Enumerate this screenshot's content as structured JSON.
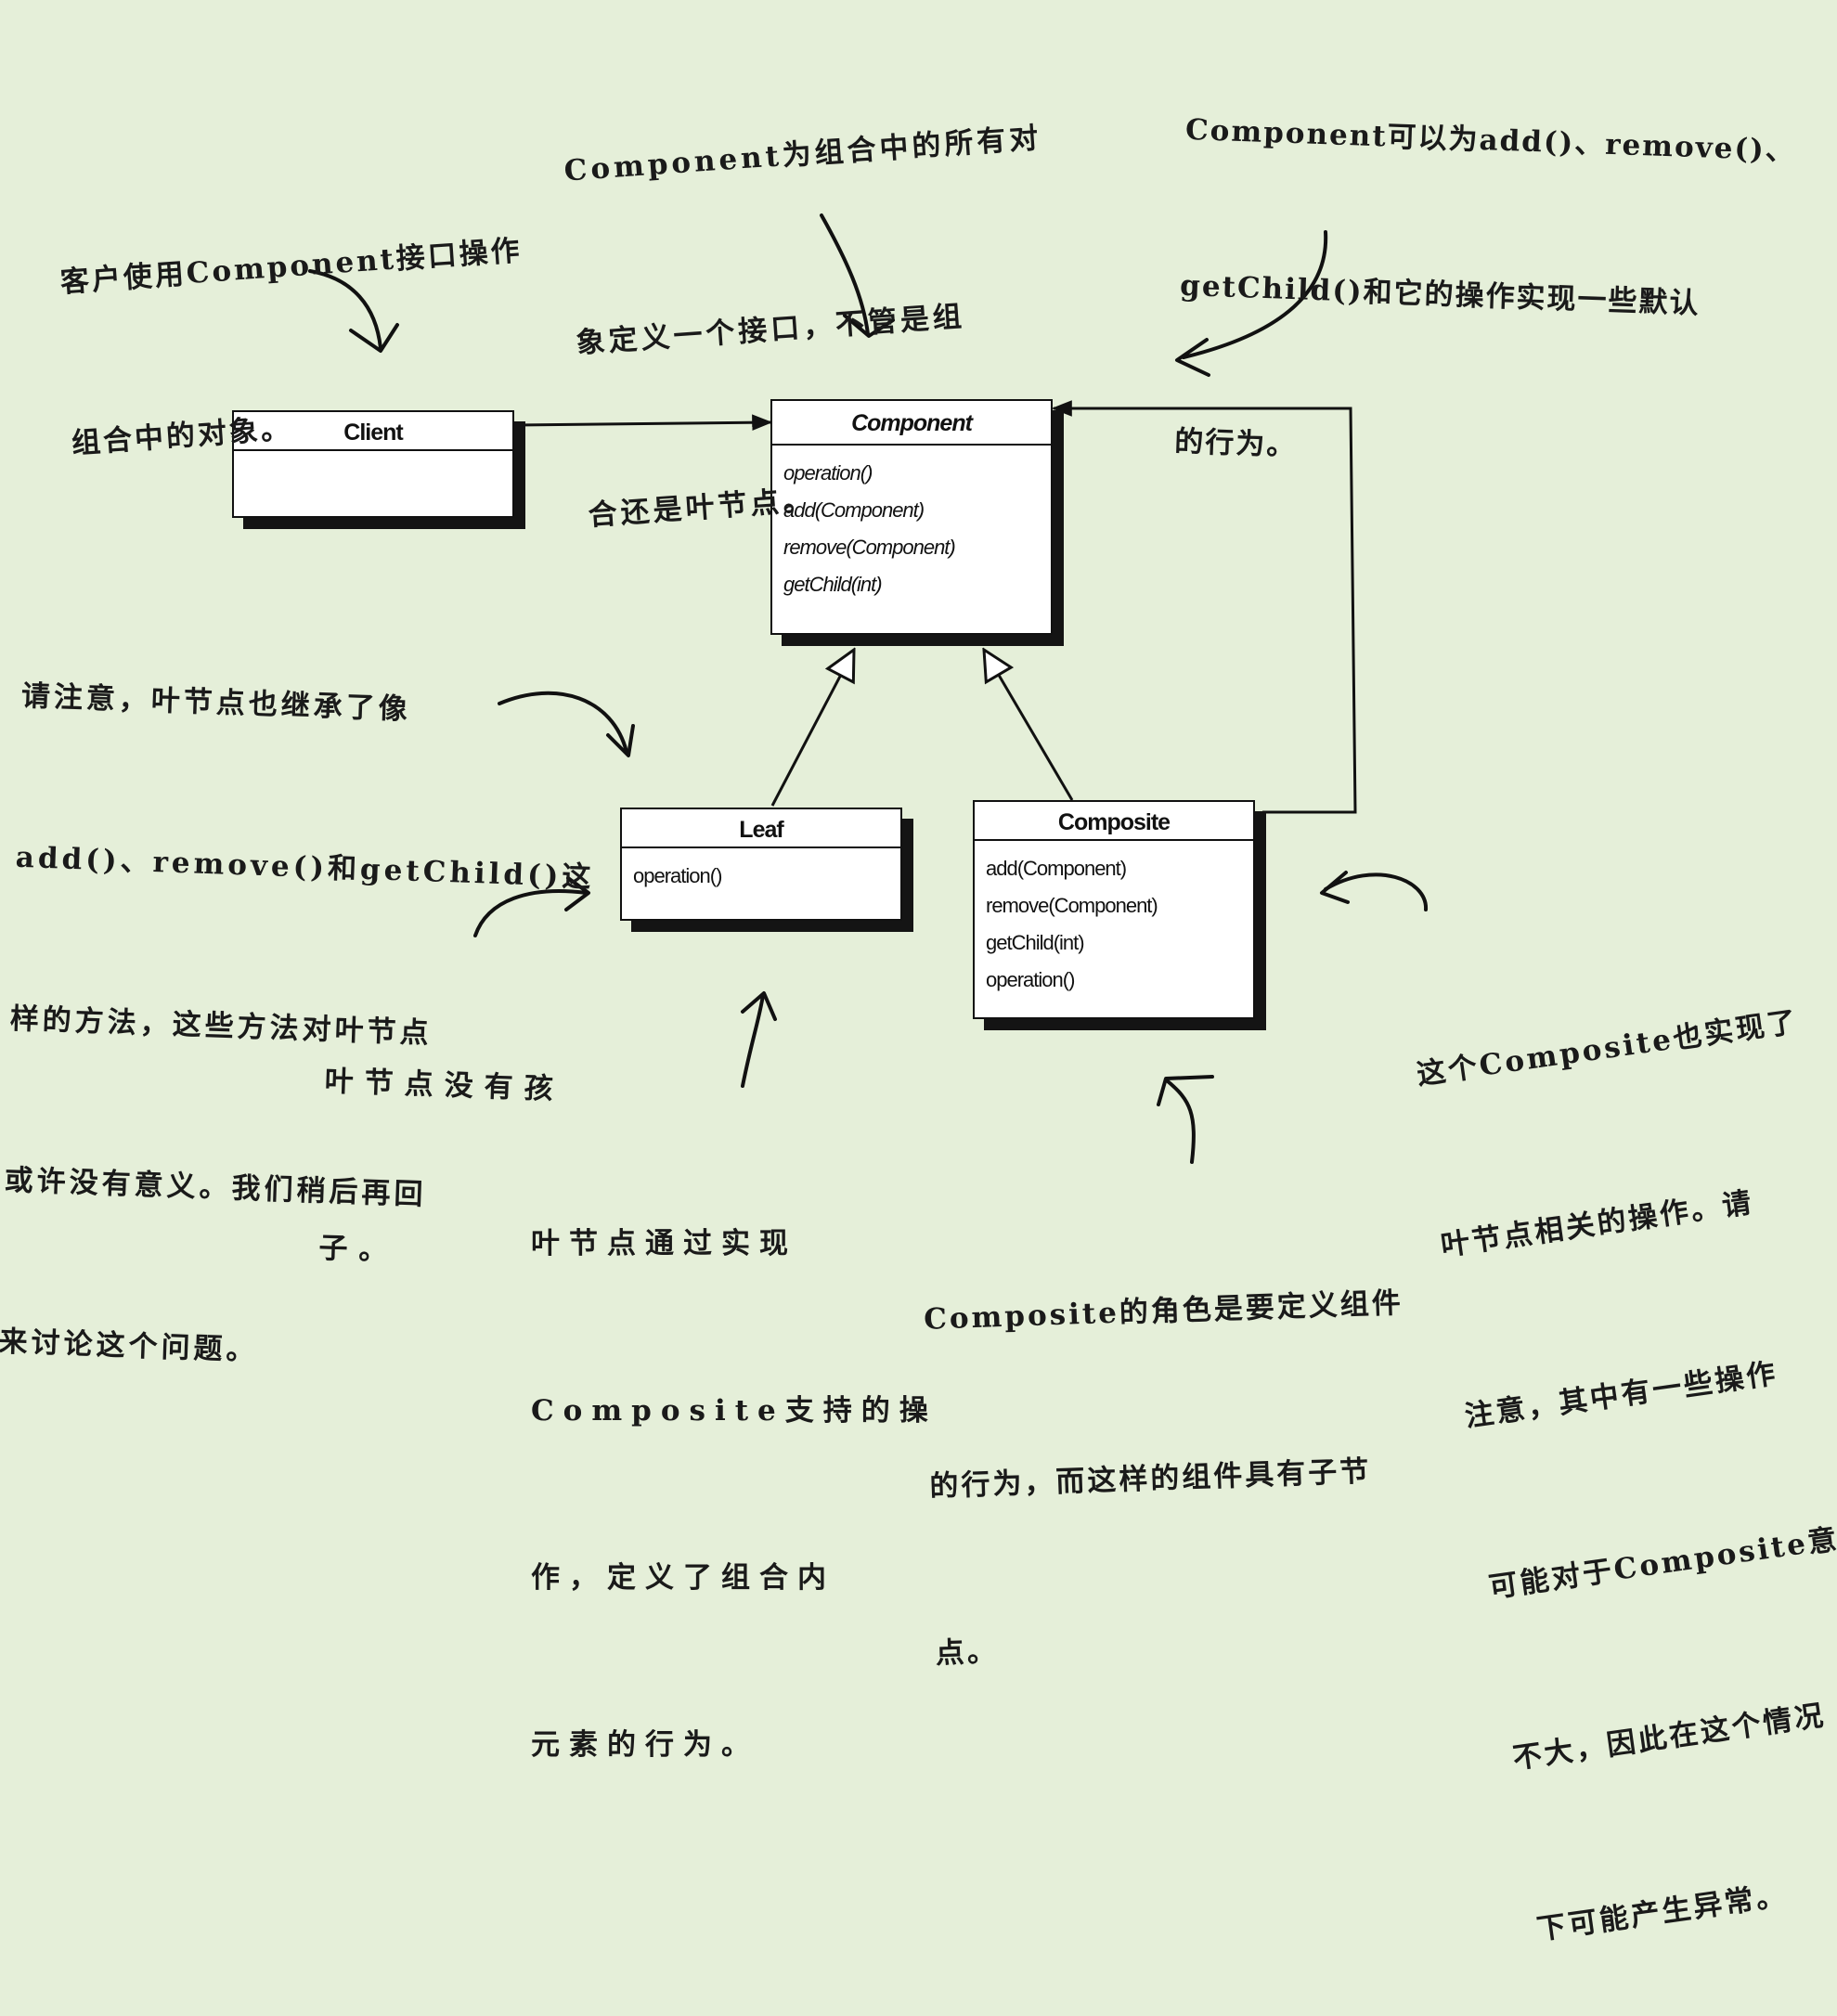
{
  "diagram": {
    "classes": {
      "client": {
        "name": "Client",
        "operations": []
      },
      "component": {
        "name": "Component",
        "operations": [
          "operation()",
          "add(Component)",
          "remove(Component)",
          "getChild(int)"
        ]
      },
      "leaf": {
        "name": "Leaf",
        "operations": [
          "operation()"
        ]
      },
      "composite": {
        "name": "Composite",
        "operations": [
          "add(Component)",
          "remove(Component)",
          "getChild(int)",
          "operation()"
        ]
      }
    },
    "notes": {
      "client": [
        "客户使用Component接口操作",
        "组合中的对象。"
      ],
      "component": [
        "Component为组合中的所有对",
        "象定义一个接口，不管是组",
        "合还是叶节点。"
      ],
      "component_default": [
        "Component可以为add()、remove()、",
        "getChild()和它的操作实现一些默认",
        "的行为。"
      ],
      "leaf_inherits": [
        "请注意，叶节点也继承了像",
        "add()、remove()和getChild()这",
        "样的方法，这些方法对叶节点",
        "或许没有意义。我们稍后再回",
        "来讨论这个问题。"
      ],
      "leaf_no_children": [
        "叶节点没有孩",
        "子。"
      ],
      "leaf_behavior": [
        "叶节点通过实现",
        "Composite支持的操",
        "作，定义了组合内",
        "元素的行为。"
      ],
      "composite_role": [
        "Composite的角色是要定义组件",
        "的行为，而这样的组件具有子节",
        "点。"
      ],
      "composite_ops": [
        "这个Composite也实现了",
        "叶节点相关的操作。请",
        "注意，其中有一些操作",
        "可能对于Composite意义",
        "不大，因此在这个情况",
        "下可能产生异常。"
      ]
    }
  }
}
